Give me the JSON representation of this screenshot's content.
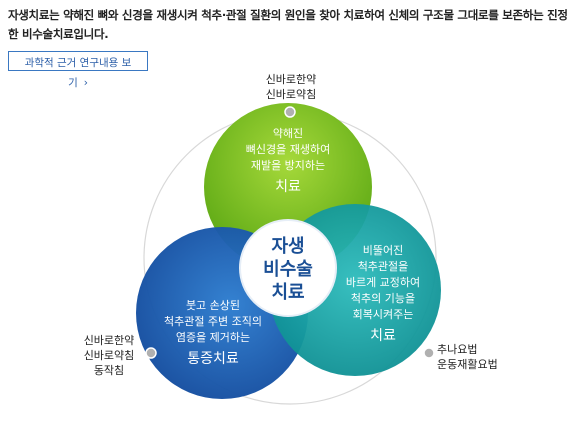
{
  "intro": {
    "line1": "자생치료는 약해진 뼈와 신경을 재생시켜 척추·관절 질환의 원인을 찾아 치료하여 신체의 구조물 그대로를 보존하는 진정",
    "line2": "한 비수술치료입니다."
  },
  "research_button": {
    "label": "과학적 근거 연구내용 보기",
    "arrow": "›"
  },
  "center": {
    "line1": "자생",
    "line2": "비수술",
    "line3": "치료"
  },
  "circles": {
    "top": {
      "lines": [
        "약해진",
        "뼈신경을 재생하여",
        "재발을 방지하는"
      ],
      "emphasis": "치료",
      "color": "#7cc220"
    },
    "right": {
      "lines": [
        "비뚤어진",
        "척추관절을",
        "바르게 교정하여",
        "척추의 기능을",
        "회복시켜주는"
      ],
      "emphasis": "치료",
      "color": "#1aa7a8"
    },
    "left": {
      "lines": [
        "붓고 손상된",
        "척추관절 주변 조직의",
        "염증을 제거하는"
      ],
      "emphasis": "통증치료",
      "color": "#1f63b8"
    }
  },
  "outer_labels": {
    "top": [
      "신바로한약",
      "신바로약침"
    ],
    "left": [
      "신바로한약",
      "신바로약침",
      "동작침"
    ],
    "right": [
      "추나요법",
      "운동재활요법"
    ]
  }
}
